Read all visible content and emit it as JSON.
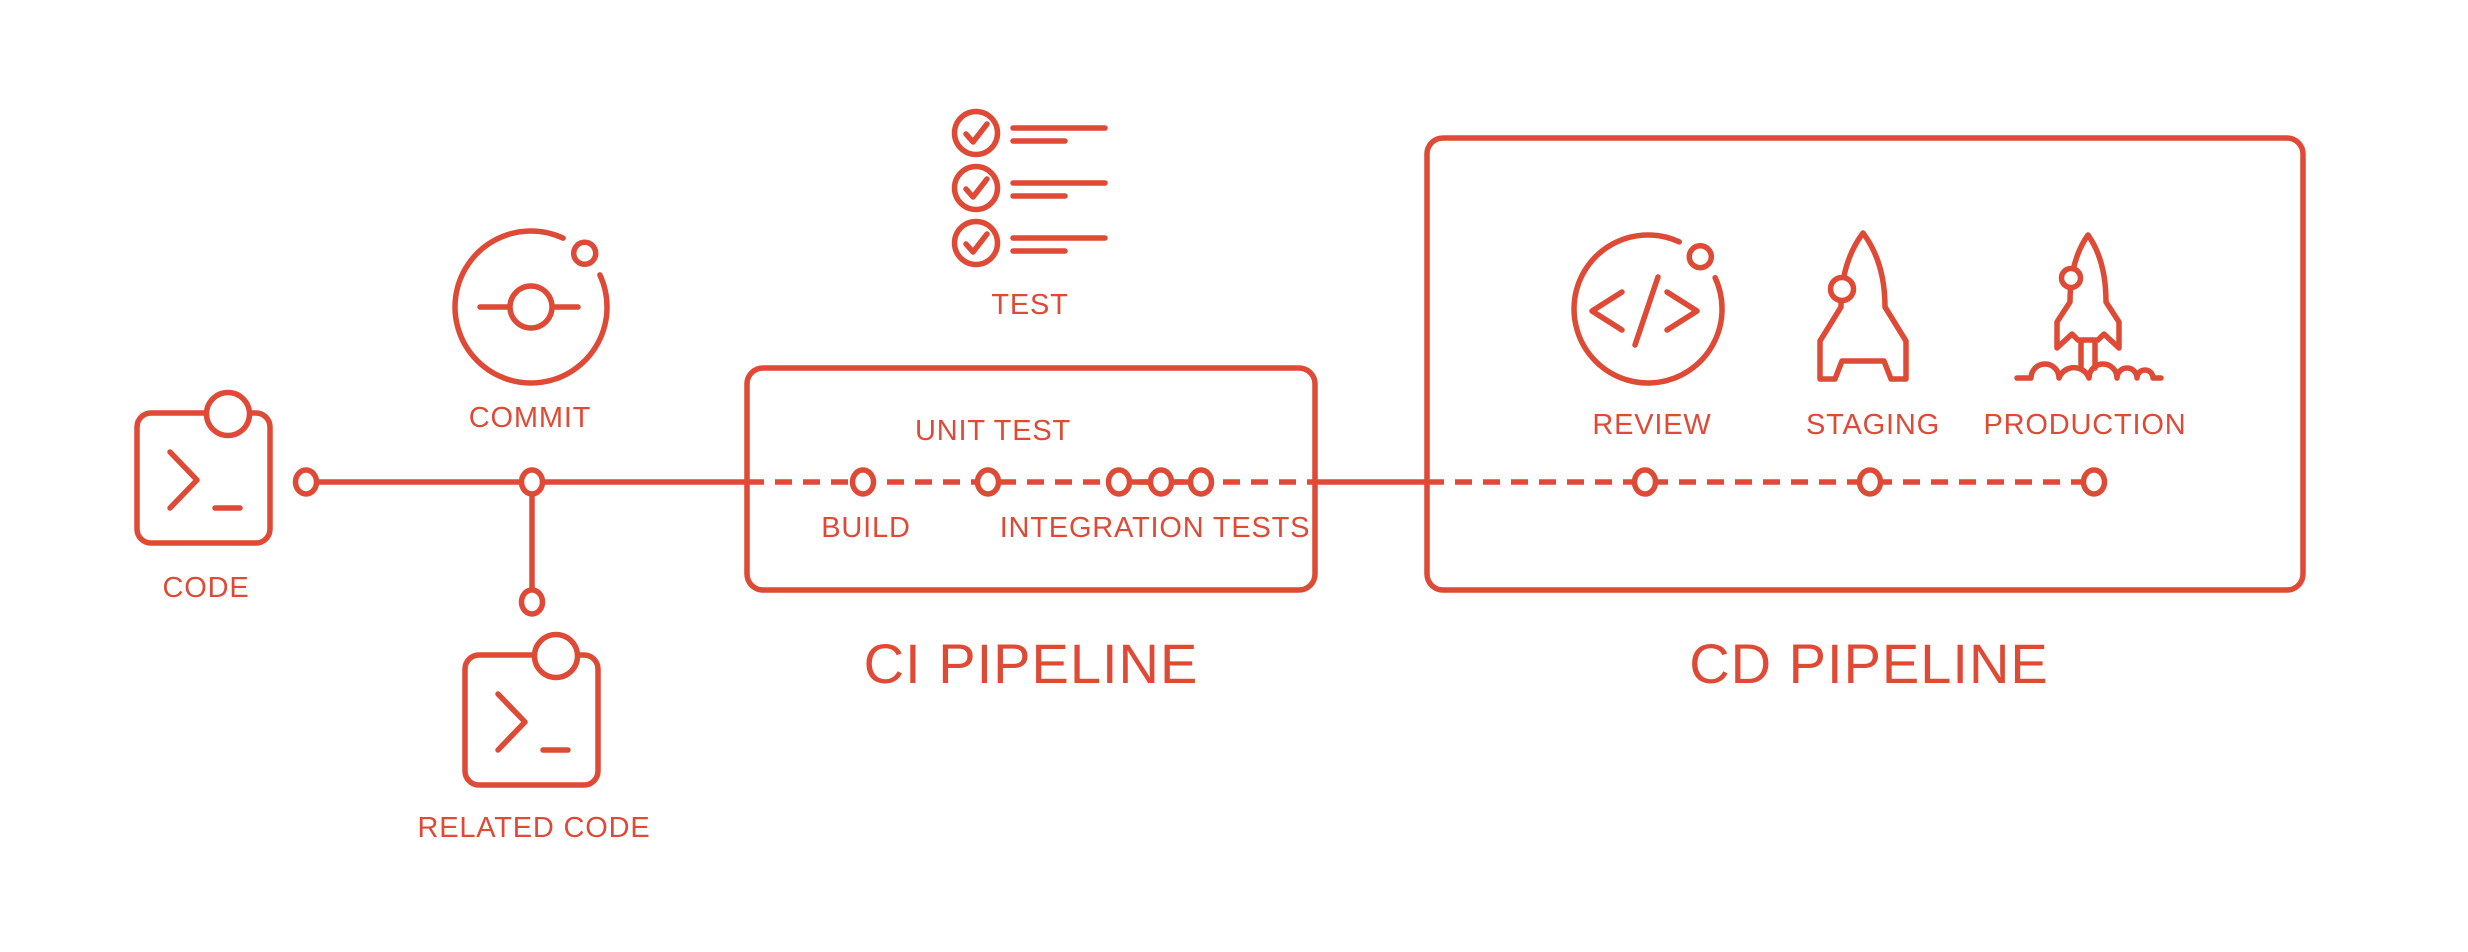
{
  "accent_color": "#DE4A36",
  "background_color": "#FFFFFF",
  "stages": {
    "code": {
      "label": "CODE",
      "icon": "terminal-window-icon"
    },
    "commit": {
      "label": "COMMIT",
      "icon": "git-commit-orbit-icon"
    },
    "related_code": {
      "label": "RELATED CODE",
      "icon": "terminal-window-icon"
    },
    "test": {
      "label": "TEST",
      "icon": "checklist-icon"
    },
    "build": {
      "label": "BUILD",
      "icon": "pipeline-node"
    },
    "unit_test": {
      "label": "UNIT TEST",
      "icon": "pipeline-node"
    },
    "integration_tests": {
      "label": "INTEGRATION TESTS",
      "icon": "pipeline-node-cluster"
    },
    "review": {
      "label": "REVIEW",
      "icon": "code-orbit-icon"
    },
    "staging": {
      "label": "STAGING",
      "icon": "rocket-icon"
    },
    "production": {
      "label": "PRODUCTION",
      "icon": "rocket-launch-icon"
    }
  },
  "sections": {
    "ci": {
      "title": "CI PIPELINE"
    },
    "cd": {
      "title": "CD PIPELINE"
    }
  }
}
